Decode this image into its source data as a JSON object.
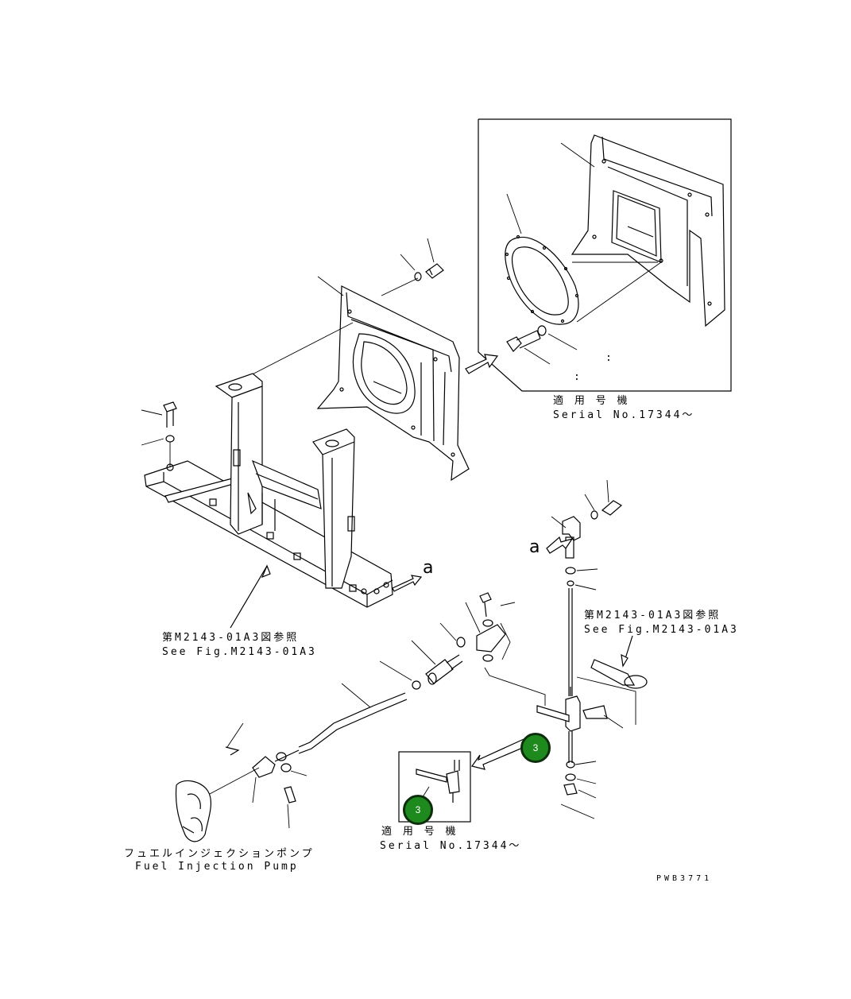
{
  "labels": {
    "serial_header_top": "適 用 号 機",
    "serial_top": "Serial No.17344～",
    "serial_header_bottom": "適 用 号 機",
    "serial_bottom": "Serial No.17344～",
    "ref_left_jp": "第M2143-01A3図参照",
    "ref_left_en": "See Fig.M2143-01A3",
    "ref_right_jp": "第M2143-01A3図参照",
    "ref_right_en": "See Fig.M2143-01A3",
    "pump_jp": "フュエルインジェクションポンプ",
    "pump_en": "Fuel Injection Pump",
    "marker_a_left": "a",
    "marker_a_right": "a",
    "drawing_code": "PWB3771",
    "colon_1": ":",
    "colon_2": ":"
  },
  "callouts": [
    {
      "number": "3"
    },
    {
      "number": "3"
    }
  ],
  "colors": {
    "callout_fill": "#1e8a1e",
    "callout_border": "#0d2e0d",
    "line": "#000000"
  }
}
